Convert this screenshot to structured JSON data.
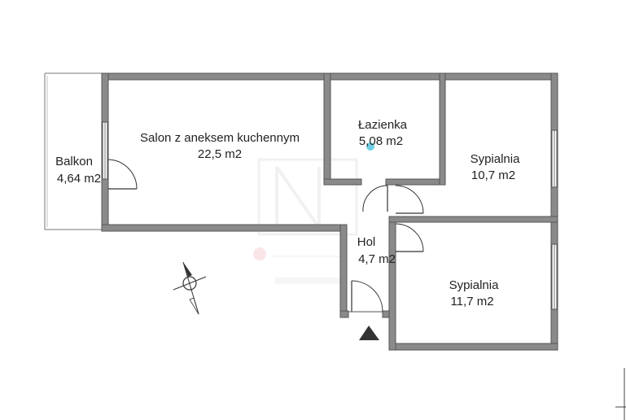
{
  "plan": {
    "rooms": [
      {
        "name": "Salon z aneksem kuchennym",
        "area": "22,5 m2"
      },
      {
        "name": "Łazienka",
        "area": "5,08 m2"
      },
      {
        "name": "Sypialnia",
        "area": "10,7 m2"
      },
      {
        "name": "Balkon",
        "area": "4,64 m2"
      },
      {
        "name": "Hol",
        "area": "4,7 m2"
      },
      {
        "name": "Sypialnia",
        "area": "11,7 m2"
      }
    ],
    "colors": {
      "wall": "#8a8a8a",
      "line": "#555555",
      "text": "#222222",
      "entrance_marker": "#333333",
      "watermark": "#d9d9d9",
      "watermark_dot": "#f2b8bf"
    },
    "icons": [
      "compass-icon",
      "entrance-arrow-icon"
    ]
  }
}
